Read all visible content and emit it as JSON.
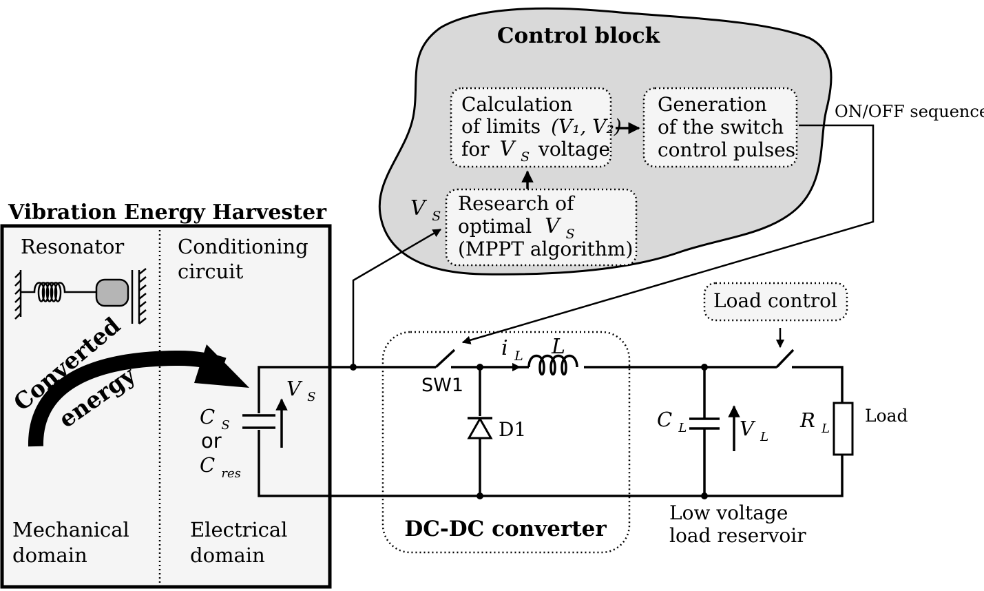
{
  "harvester": {
    "title": "Vibration Energy Harvester",
    "resonator_label": "Resonator",
    "conditioning_label_1": "Conditioning",
    "conditioning_label_2": "circuit",
    "mechanical_label_1": "Mechanical",
    "mechanical_label_2": "domain",
    "electrical_label_1": "Electrical",
    "electrical_label_2": "domain",
    "arrow_text_1": "Converted",
    "arrow_text_2": "energy",
    "cap_label_1": "C",
    "cap_label_1_sub": "S",
    "cap_or": "or",
    "cap_label_2": "C",
    "cap_label_2_sub": "res",
    "vs_label": "V",
    "vs_sub": "S"
  },
  "control": {
    "title": "Control block",
    "box1_line1": "Calculation",
    "box1_line2": "of limits",
    "box1_line2_math": "(V₁, V₂)",
    "box1_line3_pre": "for",
    "box1_line3_math": "V",
    "box1_line3_sub": "S",
    "box1_line3_post": "voltage",
    "box2_line1": "Generation",
    "box2_line2": "of the switch",
    "box2_line3": "control pulses",
    "box3_line1": "Research of",
    "box3_line2": "optimal",
    "box3_line2_math": "V",
    "box3_line2_sub": "S",
    "box3_line3": "(MPPT algorithm)",
    "vs_input": "V",
    "vs_input_sub": "S",
    "onoff_label": "ON/OFF sequence"
  },
  "converter": {
    "title": "DC-DC converter",
    "switch_label": "SW1",
    "diode_label": "D1",
    "current_label": "i",
    "current_sub": "L",
    "inductor_label": "L"
  },
  "load": {
    "control_label": "Load control",
    "cl_label": "C",
    "cl_sub": "L",
    "vl_label": "V",
    "vl_sub": "L",
    "rl_label": "R",
    "rl_sub": "L",
    "load_label": "Load",
    "reservoir_line1": "Low voltage",
    "reservoir_line2": "load reservoir"
  }
}
